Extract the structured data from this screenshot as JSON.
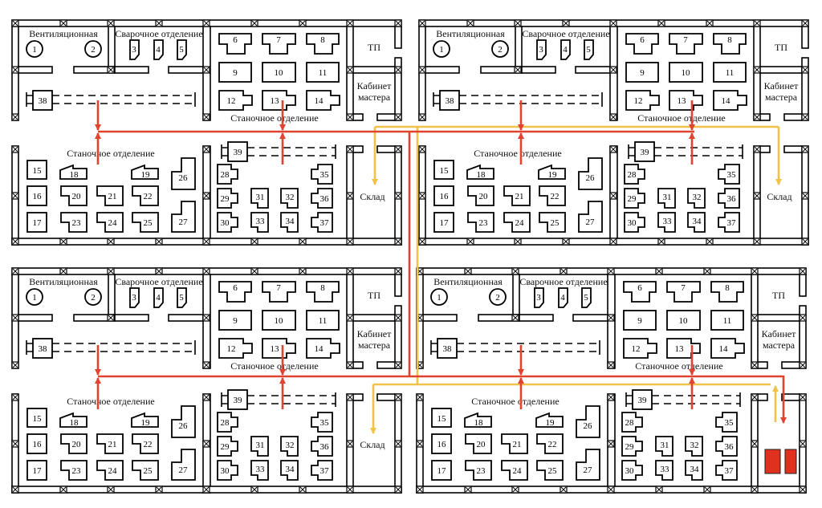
{
  "plan": {
    "ventilation_label": "Вентиляционная",
    "welding_label": "Сварочное отделение",
    "machining_label": "Станочное отделение",
    "substation_label": "ТП",
    "master_office_label_1": "Кабинет",
    "master_office_label_2": "мастера",
    "machines": [
      "1",
      "2",
      "3",
      "4",
      "5",
      "6",
      "7",
      "8",
      "9",
      "10",
      "11",
      "12",
      "13",
      "14",
      "15",
      "16",
      "17",
      "18",
      "19",
      "20",
      "21",
      "22",
      "23",
      "24",
      "25",
      "26",
      "27",
      "28",
      "29",
      "30",
      "31",
      "32",
      "33",
      "34",
      "35",
      "36",
      "37",
      "38",
      "39"
    ]
  },
  "blocks": [
    {
      "warehouse_label": "Склад"
    },
    {
      "warehouse_label": "Склад"
    },
    {
      "warehouse_label": "Склад"
    },
    {
      "warehouse_label": null
    }
  ],
  "colors": {
    "route_red": "#e0432f",
    "route_yellow": "#f0c24a",
    "target_red": "#e0301e"
  }
}
